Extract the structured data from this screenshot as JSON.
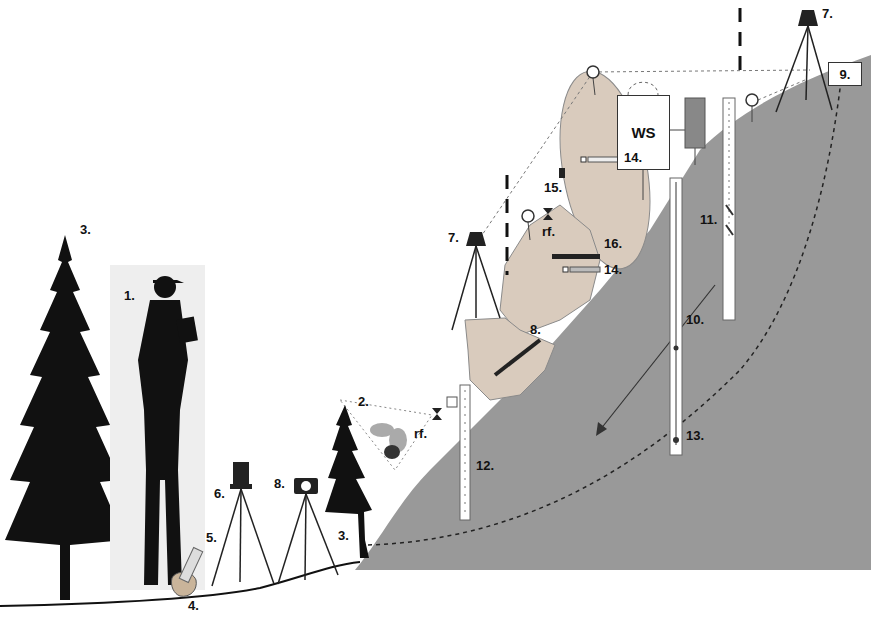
{
  "diagram": {
    "nodes": [
      {
        "text": [
          "WS"
        ]
      },
      {
        "text": [
          "9."
        ]
      }
    ],
    "labels": [
      "1.",
      "2.",
      "3.",
      "3.",
      "4.",
      "5.",
      "6.",
      "7.",
      "7.",
      "8.",
      "8.",
      "10.",
      "11.",
      "12.",
      "13.",
      "14.",
      "14.",
      "15.",
      "16.",
      "rf.",
      "rf."
    ]
  }
}
